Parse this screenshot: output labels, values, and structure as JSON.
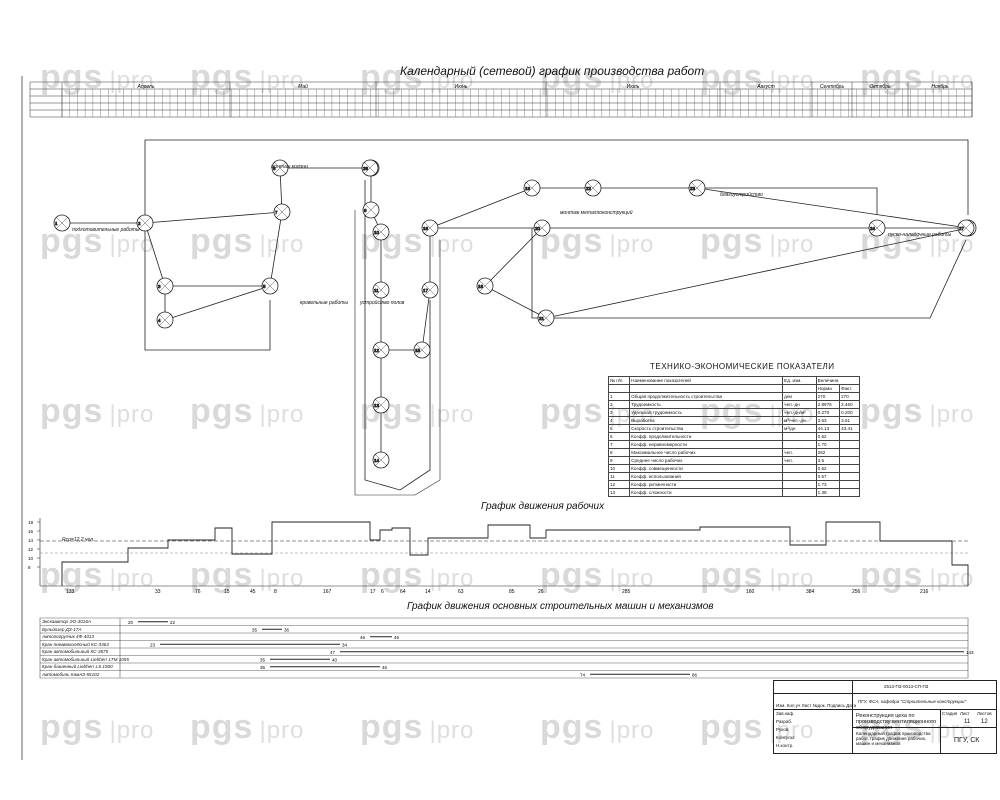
{
  "watermarks": [
    {
      "text": "pgs",
      "suffix": "pro"
    }
  ],
  "titles": {
    "calendar": "Календарный (сетевой) график производства работ",
    "workers": "График движения рабочих",
    "machines": "График движения основных строительных машин и механизмов",
    "tep": "ТЕХНИКО-ЭКОНОМИЧЕСКИЕ ПОКАЗАТЕЛИ"
  },
  "calendar_header": {
    "months": [
      "Апрель",
      "Май",
      "Июнь",
      "Июль",
      "Август",
      "Сентябрь",
      "Октябрь",
      "Ноябрь"
    ]
  },
  "network_labels": [
    "подготовительные работы",
    "монтаж колонн",
    "кровельные работы",
    "устройство полов",
    "монтаж металлоконструкций",
    "благоустройство",
    "пуско-наладочные работы"
  ],
  "node_numbers": [
    "1",
    "2",
    "3",
    "4",
    "5",
    "6",
    "7",
    "8",
    "9",
    "10",
    "11",
    "12",
    "13",
    "14",
    "15",
    "16",
    "17",
    "18",
    "19",
    "20",
    "21",
    "22",
    "23",
    "24",
    "25",
    "26",
    "27"
  ],
  "tep": {
    "headers": [
      "№ п/п",
      "Наименование показателей",
      "Ед. изм.",
      "Величина"
    ],
    "subheaders": [
      "",
      "",
      "",
      "Норма",
      "Факт."
    ],
    "rows": [
      [
        "1",
        "Общая продолжительность строительства",
        "дни",
        "270",
        "270"
      ],
      [
        "2",
        "Трудоемкость",
        "чел.-дн",
        "2.8976",
        "2.460"
      ],
      [
        "3",
        "Удельная трудоемкость",
        "чел.-дн/м²",
        "0.270",
        "0.200"
      ],
      [
        "4",
        "Выработка",
        "м³/чел.-дн",
        "3.63",
        "3.51"
      ],
      [
        "5",
        "Скорость строительства",
        "м²/дн",
        "44.13",
        "43.41"
      ],
      [
        "6",
        "Коэфф. продолжительности",
        "",
        "0.62",
        ""
      ],
      [
        "7",
        "Коэфф. неравномерности",
        "",
        "1.70",
        ""
      ],
      [
        "8",
        "Максимальное число рабочих",
        "чел.",
        "262",
        ""
      ],
      [
        "9",
        "Среднее число рабочих",
        "чел.",
        "3.5",
        ""
      ],
      [
        "10",
        "Коэфф. совмещенности",
        "",
        "0.62",
        ""
      ],
      [
        "11",
        "Коэфф. использования",
        "",
        "0.57",
        ""
      ],
      [
        "12",
        "Коэфф. ритмичности",
        "",
        "1.73",
        ""
      ],
      [
        "13",
        "Коэфф. сложности",
        "",
        "1.38",
        ""
      ]
    ]
  },
  "workers": {
    "avg_label": "Rср=12,2 чел.",
    "y_ticks": [
      "18",
      "16",
      "14",
      "12",
      "10",
      "8"
    ],
    "bottom_numbers": [
      "133",
      "33",
      "76",
      "15",
      "45",
      "8",
      "167",
      "17",
      "6",
      "64",
      "14",
      "63",
      "85",
      "26",
      "285",
      "160",
      "384",
      "256",
      "216"
    ]
  },
  "machines": [
    {
      "name": "Экскаватор ЭО-3016А",
      "from": "20",
      "to": "22"
    },
    {
      "name": "Бульдозер ДЗ-17А",
      "from": "35",
      "to": "36"
    },
    {
      "name": "Автопогрузчик 4Ф-4013",
      "from": "46",
      "to": "46"
    },
    {
      "name": "Кран пневмоколёсный КС-3363",
      "from": "23",
      "to": "34"
    },
    {
      "name": "Кран автомобильный КС-3575",
      "from": "47",
      "to": "143"
    },
    {
      "name": "Кран автомобильный Liebherr LTM 1055",
      "from": "35",
      "to": "40"
    },
    {
      "name": "Кран башенный Liebherr LS 1500",
      "from": "36",
      "to": "46"
    },
    {
      "name": "Автомобиль КамАЗ-55102",
      "from": "74",
      "to": "86"
    }
  ],
  "stamp": {
    "code": "2513-ПЗ-0013-СП-ПЗ",
    "org": "ПГУ, ФСА, кафедра \"Строительные конструкции\"",
    "project": "Реконструкция цеха по производству вентиляционного оборудования",
    "sheet_title": "Календарный график производства работ, график движения рабочих, машин и механизмов",
    "stage": "Стадия",
    "sheet": "Лист",
    "sheets": "Листов",
    "sheet_no": "11",
    "sheets_no": "12",
    "firm": "ПГУ, СК",
    "roles": [
      "Изм.",
      "Кол.уч",
      "Лист",
      "№док.",
      "Подпись",
      "Дата",
      "Зав.каф.",
      "Разраб.",
      "Руков.",
      "Консульт.",
      "Н.контр."
    ]
  },
  "colors": {
    "line": "#222222",
    "watermark": "#d9d9d9"
  }
}
